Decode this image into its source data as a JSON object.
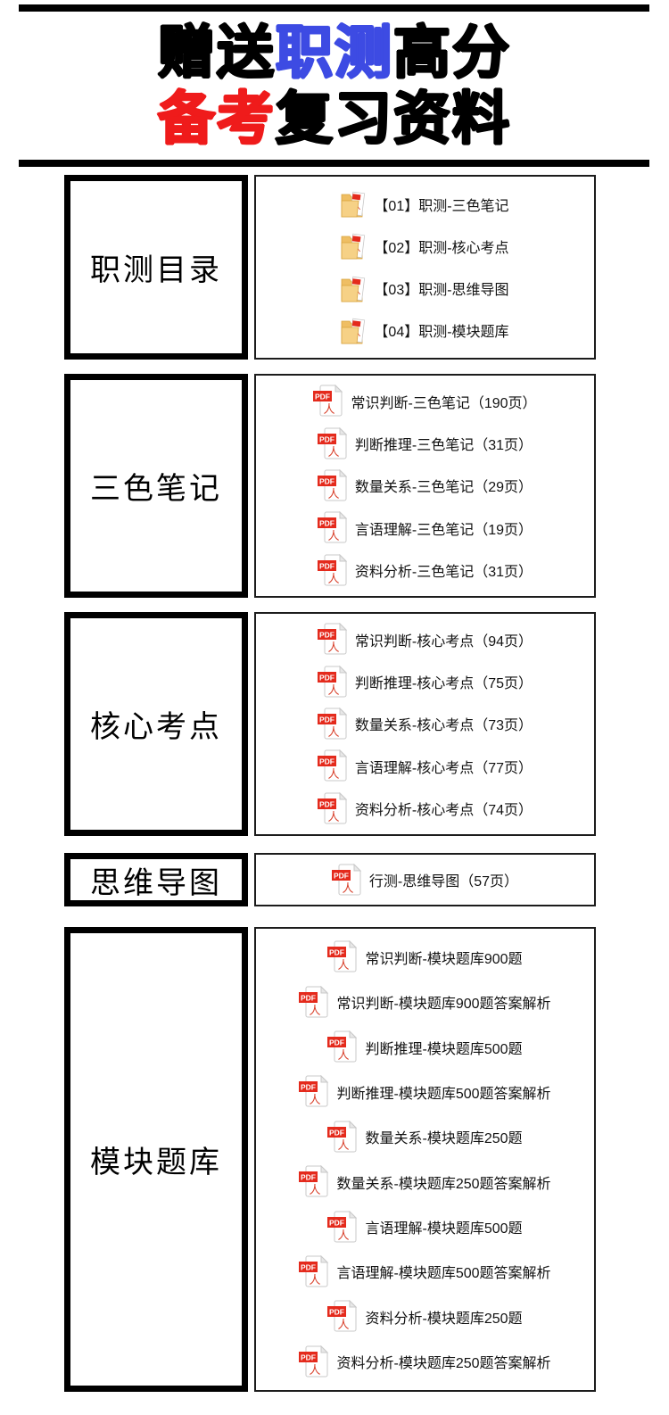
{
  "header": {
    "title_line1": [
      {
        "text": "赠送",
        "color": "#000000"
      },
      {
        "text": "职测",
        "color": "#3D4BE3"
      },
      {
        "text": "高分",
        "color": "#000000"
      }
    ],
    "title_line2": [
      {
        "text": "备考",
        "color": "#EF1B1B"
      },
      {
        "text": "复习资料",
        "color": "#000000"
      }
    ]
  },
  "colors": {
    "accent_blue": "#3D4BE3",
    "accent_red": "#EF1B1B",
    "pdf_red": "#E42A1C",
    "folder_yellow": "#EFBE63",
    "bar_black": "#000000"
  },
  "icons": {
    "pdf_badge_label": "PDF",
    "pdf_glyph": "人"
  },
  "sections": [
    {
      "label": "职测目录",
      "icon": "folder",
      "items": [
        "【01】职测-三色笔记",
        "【02】职测-核心考点",
        "【03】职测-思维导图",
        "【04】职测-模块题库"
      ]
    },
    {
      "label": "三色笔记",
      "icon": "pdf",
      "items": [
        "常识判断-三色笔记（190页）",
        "判断推理-三色笔记（31页）",
        "数量关系-三色笔记（29页）",
        "言语理解-三色笔记（19页）",
        "资料分析-三色笔记（31页）"
      ]
    },
    {
      "label": "核心考点",
      "icon": "pdf",
      "items": [
        "常识判断-核心考点（94页）",
        "判断推理-核心考点（75页）",
        "数量关系-核心考点（73页）",
        "言语理解-核心考点（77页）",
        "资料分析-核心考点（74页）"
      ]
    },
    {
      "label": "思维导图",
      "icon": "pdf",
      "items": [
        "行测-思维导图（57页）"
      ]
    },
    {
      "label": "模块题库",
      "icon": "pdf",
      "items": [
        "常识判断-模块题库900题",
        "常识判断-模块题库900题答案解析",
        "判断推理-模块题库500题",
        "判断推理-模块题库500题答案解析",
        "数量关系-模块题库250题",
        "数量关系-模块题库250题答案解析",
        "言语理解-模块题库500题",
        "言语理解-模块题库500题答案解析",
        "资料分析-模块题库250题",
        "资料分析-模块题库250题答案解析"
      ]
    }
  ]
}
